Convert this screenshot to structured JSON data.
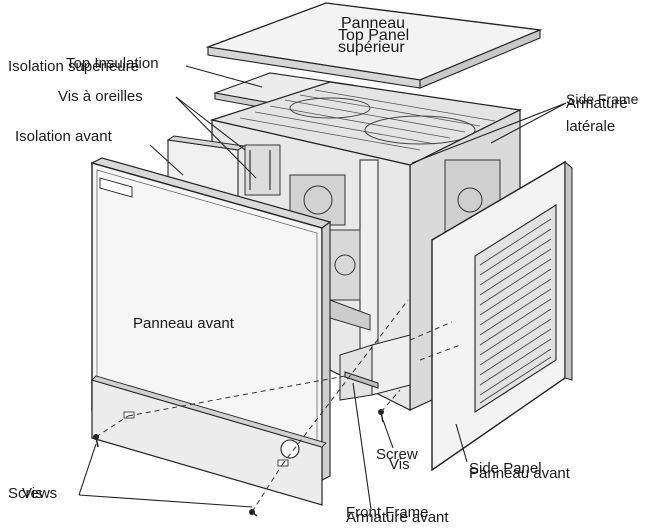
{
  "labels": {
    "top_panel_fr_1": "Panneau",
    "top_panel_en": "Top Panel",
    "top_panel_fr_2": "supérieur",
    "top_insulation_en": "Top Insulation",
    "top_insulation_fr": "Isolation supérieure",
    "thumb_screws_fr": "Vis à oreilles",
    "front_insulation_fr": "Isolation avant",
    "side_frame_en": "Side Frame",
    "side_frame_fr_1": "Armature",
    "side_frame_fr_2": "latérale",
    "front_panel_fr": "Panneau avant",
    "screw_right_en": "Screw",
    "screw_right_fr": "Vis",
    "side_panel_en": "Side Panel",
    "side_panel_fr": "Panneau avant",
    "screws_left_en": "Screws",
    "screws_left_fr": "Vis",
    "front_frame_en": "Front Frame",
    "front_frame_fr": "Armature avant"
  },
  "colors": {
    "line": "#222222",
    "panel_face": "#f4f4f4",
    "panel_edge": "#d9d9d9",
    "interior": "#e6e6e6",
    "background": "#ffffff"
  }
}
